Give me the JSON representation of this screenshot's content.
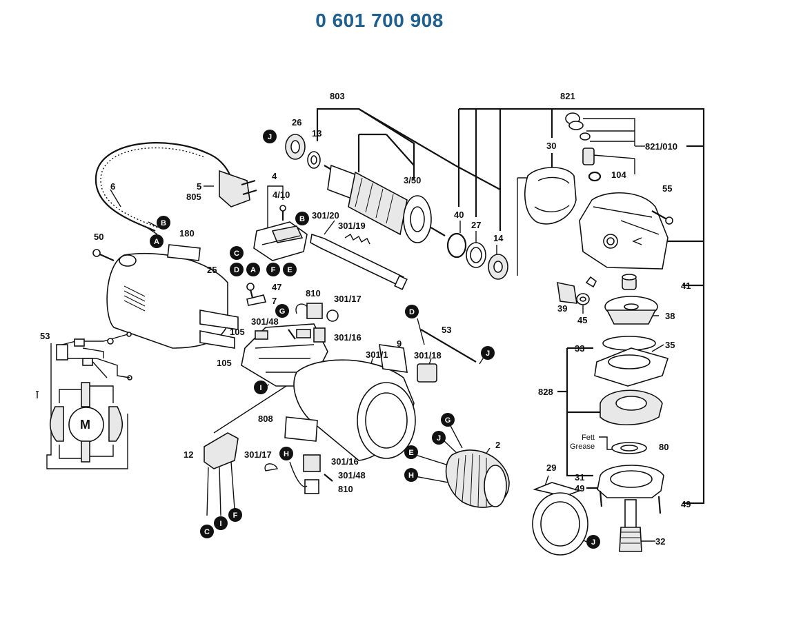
{
  "title": "0 601 700 908",
  "labels": {
    "l803": "803",
    "l821": "821",
    "l821_010": "821/010",
    "l104": "104",
    "l26": "26",
    "l13": "13",
    "l3_50": "3/50",
    "l30": "30",
    "l55": "55",
    "l6": "6",
    "l5": "5",
    "l805": "805",
    "l4": "4",
    "l4_10": "4/10",
    "l301_20": "301/20",
    "l301_19": "301/19",
    "l40": "40",
    "l27": "27",
    "l14": "14",
    "l50": "50",
    "l180": "180",
    "l25": "25",
    "l47": "47",
    "l7": "7",
    "l810a": "810",
    "l301_17a": "301/17",
    "l301_48a": "301/48",
    "l301_16a": "301/16",
    "l105a": "105",
    "l105b": "105",
    "l41": "41",
    "l39": "39",
    "l45": "45",
    "l38": "38",
    "l53a": "53",
    "l53b": "53",
    "l9": "9",
    "l301_1": "301/1",
    "l301_18": "301/18",
    "l33": "33",
    "l35": "35",
    "l828": "828",
    "l808": "808",
    "l2": "2",
    "l12": "12",
    "l301_17b": "301/17",
    "l301_16b": "301/16",
    "l301_48b": "301/48",
    "l810b": "810",
    "lFett": "Fett",
    "lGrease": "Grease",
    "l80": "80",
    "l29": "29",
    "l31": "31",
    "l49a": "49",
    "l49b": "49",
    "l32": "32",
    "motor": "M"
  },
  "markers": {
    "J1": "J",
    "B1": "B",
    "A1": "A",
    "B2": "B",
    "C1": "C",
    "D1": "D",
    "A2": "A",
    "F1": "F",
    "E1": "E",
    "G1": "G",
    "I1": "I",
    "D2": "D",
    "J2": "J",
    "G2": "G",
    "J3": "J",
    "E2": "E",
    "H1": "H",
    "H2": "H",
    "J4": "J",
    "C2": "C",
    "I2": "I",
    "F2": "F"
  }
}
